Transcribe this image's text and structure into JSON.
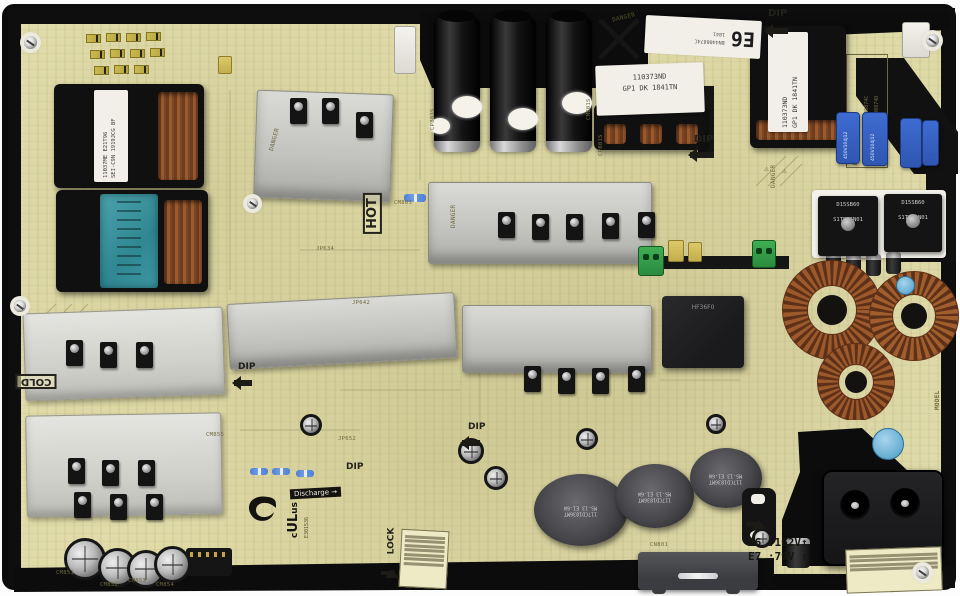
{
  "labels": {
    "hot": "HOT",
    "cold": "COLD",
    "lock": "LOCK",
    "discharge": "Discharge →",
    "dip": "DIP",
    "danger": "DANGER",
    "model_side": "MODEL",
    "output_e6": "E6 :162V↑",
    "output_e7": "E7 :79V ↑",
    "warning_icon": "⚠"
  },
  "sticker": {
    "big": "E6",
    "line1": "BN4400874C",
    "line2": "1841"
  },
  "model_table": {
    "header": "Model",
    "row1": "L75E8NA_NHS BN44-00874C",
    "row2": "L75E7NR_NHS BN44-00874D"
  },
  "transformers": {
    "main_l1": "110373ND",
    "main_l2": "GP1 DK 1841TN",
    "left_l1": "11037ME E21T96",
    "left_l2": "SEI-C9N 1919JCG BF"
  },
  "parts": {
    "bridge_l1": "D15SB60",
    "bridge_l2": "S1TB 6N01",
    "relay": "HF36F0",
    "drum_l1": "117CD1836MT",
    "drum_l2": "MS-13 E1-6W",
    "blue_cap": "450V104J12",
    "ul_c": "c",
    "ul": "UL",
    "ul_us": "us",
    "ul_no": "E301536"
  },
  "refs": {
    "r0": "CP803S",
    "r1": "CP801S",
    "r2": "CM801S",
    "r3": "JP634",
    "r4": "JP642",
    "r5": "JP652",
    "r6": "CM855",
    "r7": "CM803",
    "r8": "CN801",
    "cm851": "CM851",
    "cm852": "CM852",
    "cm853": "CM853",
    "cm854": "CM854"
  }
}
